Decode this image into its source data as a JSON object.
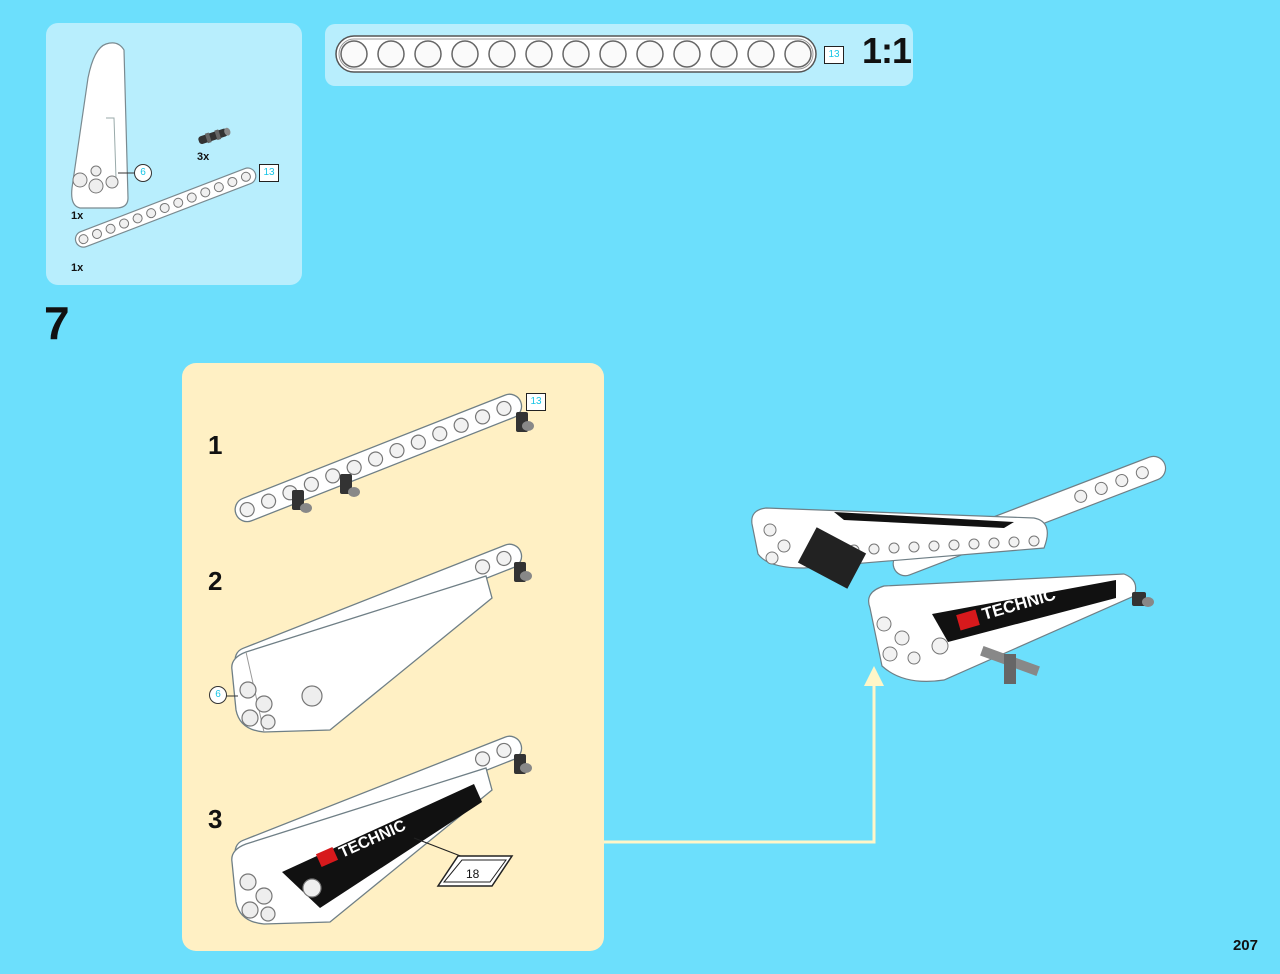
{
  "parts_list": {
    "items": [
      {
        "icon": "panel-fairing-icon",
        "quantity": "1x",
        "tag": "6"
      },
      {
        "icon": "pin-connector-icon",
        "quantity": "3x"
      },
      {
        "icon": "beam-13-icon",
        "quantity": "1x",
        "tag": "13"
      }
    ]
  },
  "scale_reference": {
    "beam_length": "13",
    "label": "1:1"
  },
  "main_step": {
    "number": "7"
  },
  "substeps": [
    {
      "number": "1",
      "length_tag": "13"
    },
    {
      "number": "2",
      "length_tag": "6"
    },
    {
      "number": "3",
      "sticker_number": "18",
      "logo_text": "TECHNIC"
    }
  ],
  "result_model": {
    "logo_text": "TECHNIC"
  },
  "page": {
    "number": "207"
  },
  "colors": {
    "background": "#6cdffc",
    "panel": "#b8eefd",
    "subassembly": "#fff0c4",
    "arrow": "#fff6c8",
    "length_tag": "#16c5e6"
  }
}
